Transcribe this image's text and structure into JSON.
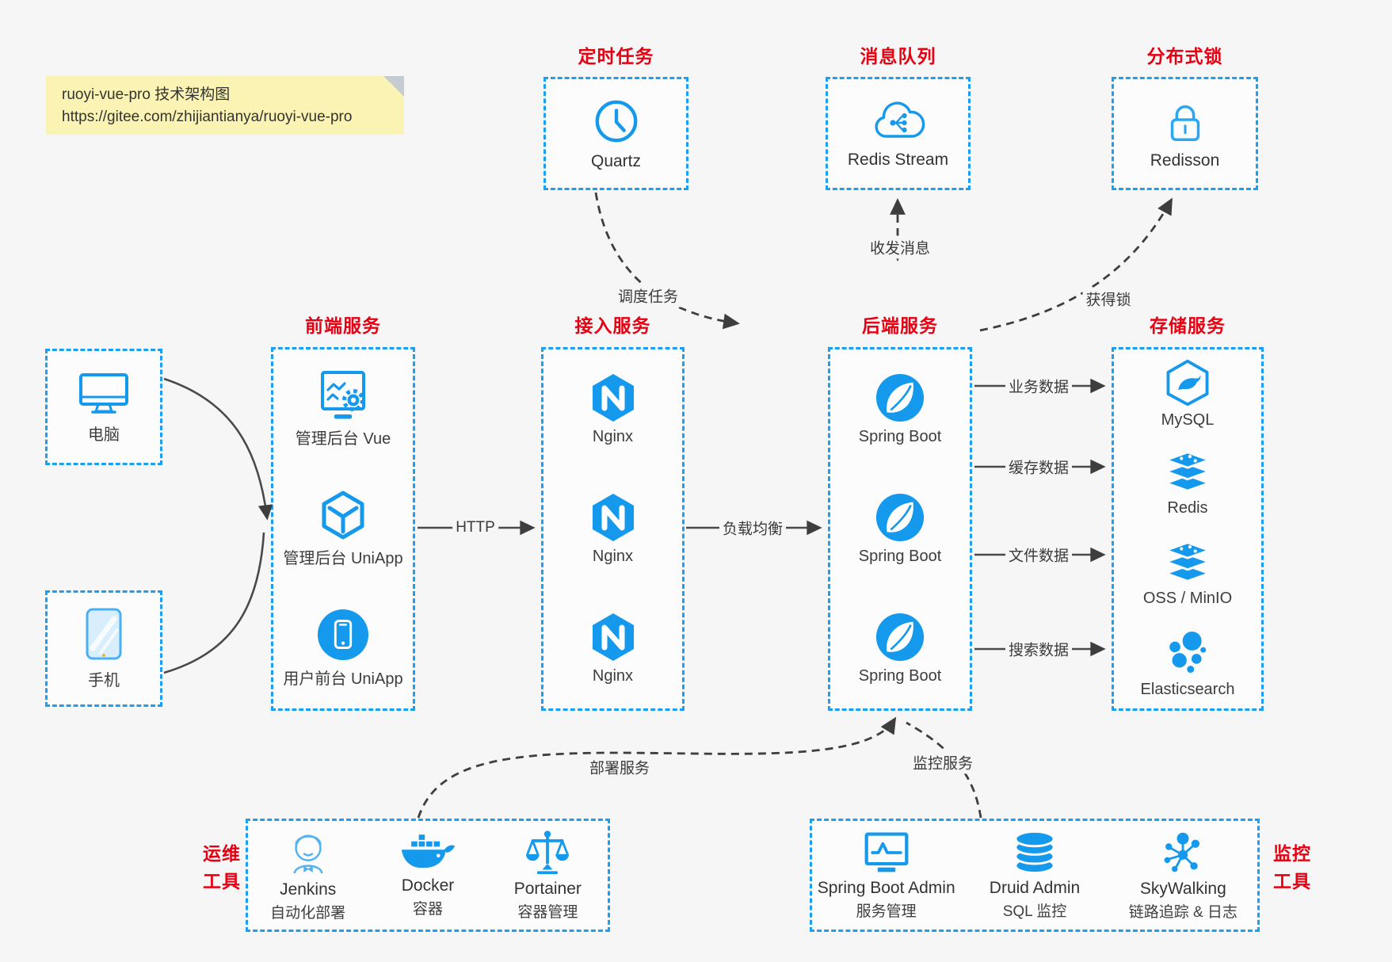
{
  "note": {
    "line1": "ruoyi-vue-pro 技术架构图",
    "line2": "https://gitee.com/zhijiantianya/ruoyi-vue-pro"
  },
  "colors": {
    "accent_blue": "#1499ec",
    "box_border_blue": "#1b9ff2",
    "title_red": "#e60012",
    "arrow_gray": "#3e3e3e",
    "note_yellow": "#faf3b4",
    "background": "#f6f6f6"
  },
  "top_services": [
    {
      "title": "定时任务",
      "label": "Quartz",
      "icon": "clock-icon"
    },
    {
      "title": "消息队列",
      "label": "Redis Stream",
      "icon": "cloud-stream-icon"
    },
    {
      "title": "分布式锁",
      "label": "Redisson",
      "icon": "lock-icon"
    }
  ],
  "clients": [
    {
      "label": "电脑",
      "icon": "desktop-icon"
    },
    {
      "label": "手机",
      "icon": "phone-icon"
    }
  ],
  "columns": {
    "frontend": {
      "title": "前端服务",
      "items": [
        {
          "label": "管理后台 Vue",
          "icon": "admin-vue-icon"
        },
        {
          "label": "管理后台 UniApp",
          "icon": "uniapp-cube-icon"
        },
        {
          "label": "用户前台 UniApp",
          "icon": "user-app-icon"
        }
      ]
    },
    "gateway": {
      "title": "接入服务",
      "items": [
        {
          "label": "Nginx",
          "icon": "nginx-icon"
        },
        {
          "label": "Nginx",
          "icon": "nginx-icon"
        },
        {
          "label": "Nginx",
          "icon": "nginx-icon"
        }
      ]
    },
    "backend": {
      "title": "后端服务",
      "items": [
        {
          "label": "Spring Boot",
          "icon": "spring-icon"
        },
        {
          "label": "Spring Boot",
          "icon": "spring-icon"
        },
        {
          "label": "Spring Boot",
          "icon": "spring-icon"
        }
      ]
    },
    "storage": {
      "title": "存储服务",
      "items": [
        {
          "label": "MySQL",
          "icon": "mysql-icon"
        },
        {
          "label": "Redis",
          "icon": "redis-stack-icon"
        },
        {
          "label": "OSS / MinIO",
          "icon": "oss-stack-icon"
        },
        {
          "label": "Elasticsearch",
          "icon": "elasticsearch-icon"
        }
      ]
    }
  },
  "edges": {
    "http": "HTTP",
    "load_balance": "负载均衡",
    "storage_links": [
      "业务数据",
      "缓存数据",
      "文件数据",
      "搜索数据"
    ],
    "schedule": "调度任务",
    "messaging": "收发消息",
    "lock": "获得锁",
    "deploy": "部署服务",
    "monitor": "监控服务"
  },
  "bottom": {
    "ops": {
      "label_line1": "运维",
      "label_line2": "工具",
      "items": [
        {
          "name": "Jenkins",
          "desc": "自动化部署",
          "icon": "jenkins-icon"
        },
        {
          "name": "Docker",
          "desc": "容器",
          "icon": "docker-icon"
        },
        {
          "name": "Portainer",
          "desc": "容器管理",
          "icon": "portainer-icon"
        }
      ]
    },
    "monitoring": {
      "label_line1": "监控",
      "label_line2": "工具",
      "items": [
        {
          "name": "Spring Boot Admin",
          "desc": "服务管理",
          "icon": "monitor-pulse-icon"
        },
        {
          "name": "Druid Admin",
          "desc": "SQL 监控",
          "icon": "database-icon"
        },
        {
          "name": "SkyWalking",
          "desc": "链路追踪 & 日志",
          "icon": "skywalking-icon"
        }
      ]
    }
  }
}
